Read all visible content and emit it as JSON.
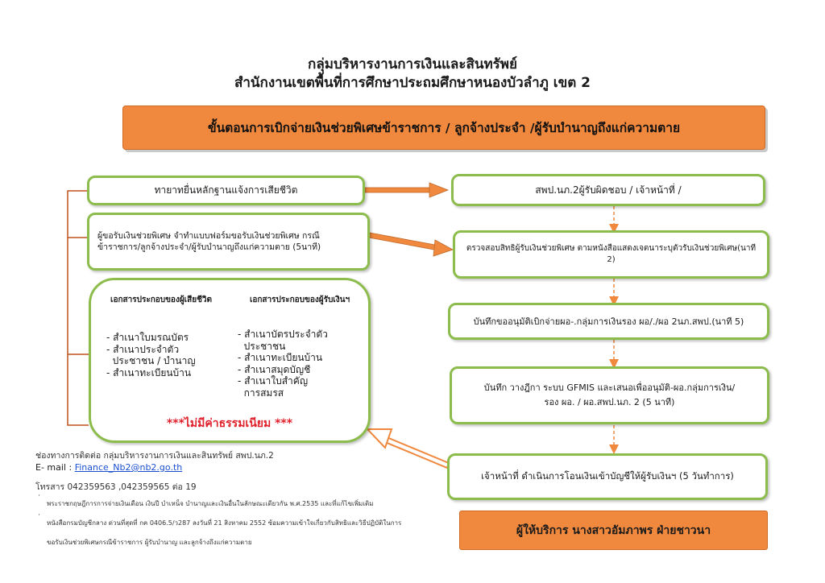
{
  "header": {
    "line1": "กลุ่มบริหารงานการเงินและสินทรัพย์",
    "line2": "สำนักงานเขตพื้นที่การศึกษาประถมศึกษาหนองบัวลำภู เขต 2"
  },
  "banner": "ขั้นตอนการเบิกจ่ายเงินช่วยพิเศษข้าราชการ / ลูกจ้างประจำ  /ผู้รับบำนาญถึงแก่ความตาย",
  "left": {
    "step1": "ทายาทยื่นหลักฐานแจ้งการเสียชีวิต",
    "step2": "ผู้ขอรับเงินช่วยพิเศษ จำทำแบบฟอร์มขอรับเงินช่วยพิเศษ กรณี ข้าราชการ/ลูกจ้างประจำ/ผู้รับบำนาญถึงแก่ความตาย (5นาที)",
    "docs": {
      "col1_header": "เอกสารประกอบของผู้เสียชีวิต",
      "col2_header": "เอกสารประกอบของผู้รับเงินฯ",
      "col1_items": [
        "- สำเนาใบมรณบัตร",
        "- สำเนาประจำตัว",
        "  ประชาชน / บำนาญ",
        "- สำเนาทะเบียนบ้าน"
      ],
      "col2_items": [
        "- สำเนาบัตรประจำตัว",
        "  ประชาชน",
        "- สำเนาทะเบียนบ้าน",
        "- สำเนาสมุดบัญชี",
        "- สำเนาใบสำคัญ",
        "  การสมรส"
      ],
      "fee_note": "***ไม่มีค่าธรรมเนียม ***"
    }
  },
  "right": {
    "step1": "สพป.นภ.2ผู้รับผิดชอบ / เจ้าหน้าที่ /",
    "step2": "ตรวจสอบสิทธิผู้รับเงินช่วยพิเศษ ตามหนังสือแสดงเจตนาระบุตัวรับเงินช่วยพิเศษ(นาที 2)",
    "step3": "บันทึกขออนุมัติเบิกจ่ายผอ-.กลุ่มการเงินรอง ผอ/./ผอ 2นภ.สพป.(นาที 5)",
    "step4_line1": "บันทึก วางฎีกา ระบบ GFMIS และเสนอเพื่ออนุมัติ-ผอ.กลุ่มการเงิน/",
    "step4_line2": "รอง ผอ. / ผอ.สพป.นภ. 2 (5 นาที)",
    "step5": "เจ้าหน้าที่ ดำเนินการโอนเงินเข้าบัญชีให้ผู้รับเงินฯ (5 วันทำการ)"
  },
  "contact": {
    "channel": "ช่องทางการติดต่อ  กลุ่มบริหารงานการเงินและสินทรัพย์ สพป.นภ.2",
    "email_label": "E- mail :",
    "email": "Finance_Nb2@nb2.go.th",
    "phone": "โทรสาร 042359563 ,042359565  ต่อ 19",
    "law1": "พระราชกฤษฎีการการจ่ายเงินเดือน เงินปี บำเหน็จ บำนาญและเงินอื่นในลักษณะเดียวกัน พ.ศ.2535 และที่แก้ไขเพิ่มเติม",
    "law2": "หนังสือกรมบัญชีกลาง ด่วนที่สุดที่ กค 0406.5/ว287 ลงวันที่ 21 สิงหาคม 2552 ซ้อมความเข้าใจเกี่ยวกับสิทธิและวิธีปฏิบัติในการ",
    "law3": "ขอรับเงินช่วยพิเศษกรณีข้าราชการ ผู้รับบำนาญ และลูกจ้างถึงแก่ความตาย"
  },
  "provider": "ผู้ให้บริการ นางสาวอัมภาพร ฝ่ายชาวนา",
  "colors": {
    "orange": "#f0883e",
    "green": "#8cbc4c",
    "red": "#e0202a",
    "connector": "#c0501c"
  }
}
